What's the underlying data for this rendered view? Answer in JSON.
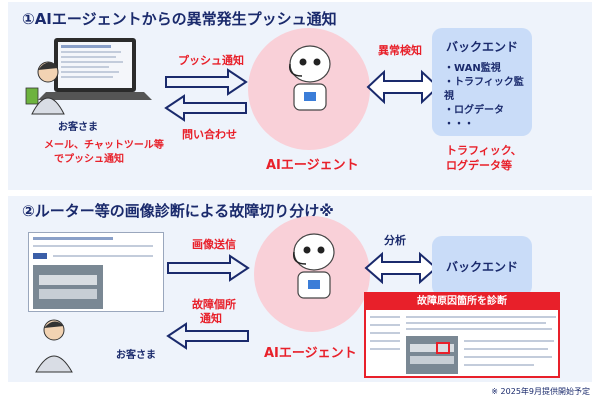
{
  "section1": {
    "title": "①AIエージェントからの異常発生プッシュ通知",
    "push_label": "プッシュ通知",
    "inquiry_label": "問い合わせ",
    "anomaly_label": "異常検知",
    "customer": "お客さま",
    "customer_note_line1": "メール、チャットツール等",
    "customer_note_line2": "でプッシュ通知",
    "ai_label": "AIエージェント",
    "backend_title": "バックエンド",
    "backend_items": [
      "・WAN監視",
      "・トラフィック監視",
      "・ログデータ",
      "・・・"
    ],
    "data_note_line1": "トラフィック、",
    "data_note_line2": "ログデータ等"
  },
  "section2": {
    "title": "②ルーター等の画像診断による故障切り分け※",
    "image_send_label": "画像送信",
    "fault_label_line1": "故障個所",
    "fault_label_line2": "通知",
    "analysis_label": "分析",
    "customer": "お客さま",
    "ai_label": "AIエージェント",
    "backend_title": "バックエンド",
    "diagnosis_title": "故障原因箇所を診断"
  },
  "footnote": "※ 2025年9月提供開始予定",
  "colors": {
    "accent_red": "#e8202a",
    "navy": "#1a2a6c",
    "pink": "#f9d0d8",
    "backend_blue": "#c9dcf8",
    "panel": "#eef3fb"
  }
}
